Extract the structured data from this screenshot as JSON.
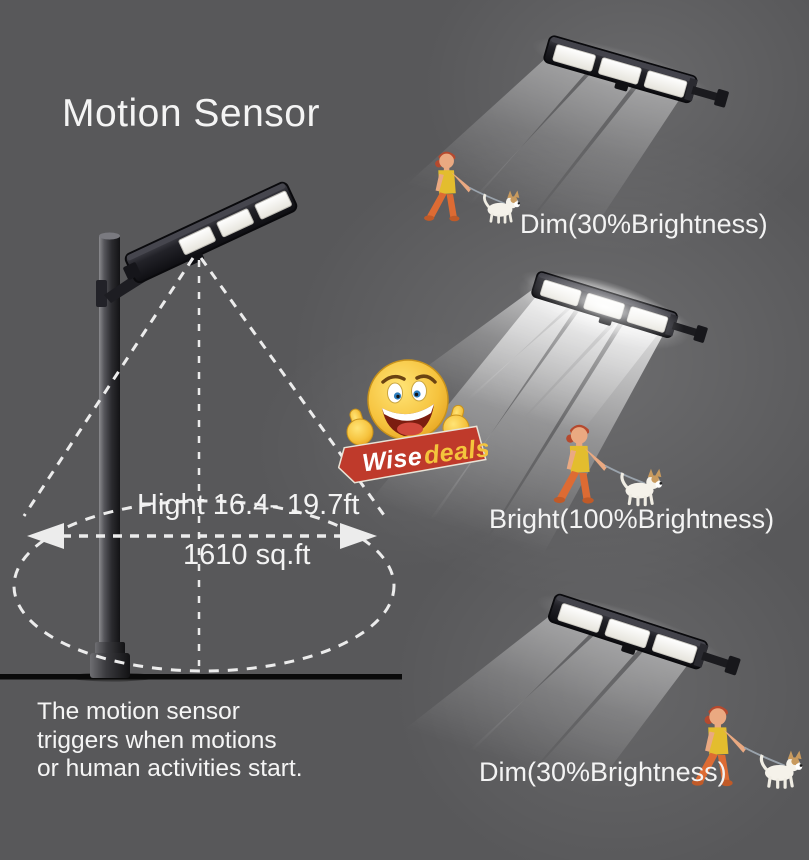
{
  "title": "Motion Sensor",
  "diagram": {
    "height_label": "Hight 16.4- 19.7ft",
    "area_label": "1610 sq.ft",
    "caption_lines": [
      "The motion sensor",
      "triggers when motions",
      "or human activities start."
    ]
  },
  "brightness_states": {
    "top": "Dim(30%Brightness)",
    "middle": "Bright(100%Brightness)",
    "bottom": "Dim(30%Brightness)"
  },
  "logo": {
    "word_first": "Wise",
    "word_second": "deals",
    "first_color": "#ffffff",
    "second_color": "#f4c43c",
    "banner_color": "#bf3a2b"
  },
  "colors": {
    "background": "#58585a",
    "text": "#f3f3f3",
    "dashed_lines": "#ececec",
    "beam": "#ffffff",
    "fixture_body": "#1a1a1f",
    "led_panel": "#f6f5f1",
    "ground_line": "#0a0a0a",
    "person_shirt": "#e3bd2e",
    "person_pants": "#dd6b33",
    "person_skin": "#eaa981",
    "person_hair": "#b5492e",
    "dog_coat": "#f5f2ea",
    "dog_patch": "#c89a5e"
  }
}
